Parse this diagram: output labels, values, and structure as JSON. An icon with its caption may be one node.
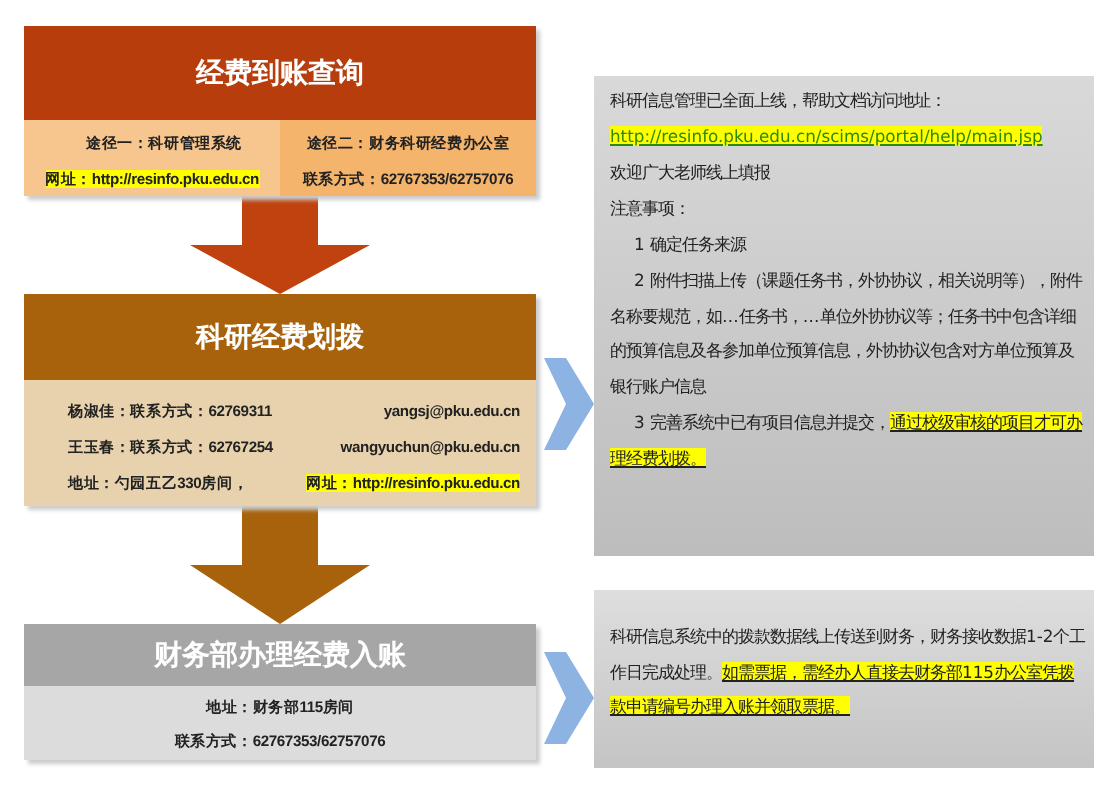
{
  "diagram": {
    "nodes": [
      {
        "text": [
          "经费到账查询",
          "途径一：科研管理系统",
          "网址：http://resinfo.pku.edu.cn",
          "途径二：财务科研经费办公室",
          "联系方式：62767353/62757076"
        ]
      },
      {
        "text": [
          "科研经费划拨",
          "杨淑佳：联系方式：62769311",
          "yangsj@pku.edu.cn",
          "王玉春：联系方式：62767254",
          "wangyuchun@pku.edu.cn",
          "地址：勺园五乙330房间，",
          "网址：http://resinfo.pku.edu.cn"
        ]
      },
      {
        "text": [
          "财务部办理经费入账",
          "地址：财务部115房间",
          "联系方式：62767353/62757076"
        ]
      },
      {
        "text": [
          "科研信息管理已全面上线，帮助文档访问地址：",
          "http://resinfo.pku.edu.cn/scims/portal/help/main.jsp",
          "欢迎广大老师线上填报",
          "注意事项：",
          "1 确定任务来源",
          "2 附件扫描上传（课题任务书，外协协议，相关说明等），附件名称要规范，如…任务书，…单位外协协议等；任务书中包含详细的预算信息及各参加单位预算信息，外协协议包含对方单位预算及银行账户信息",
          "3 完善系统中已有项目信息并提交，",
          "通过校级审核的项目才可办理经费划拨。"
        ]
      },
      {
        "text": [
          "科研信息系统中的拨款数据线上传送到财务，财务接收数据1-2个工作日完成处理。",
          "如需票据，需经办人直接去财务部115办公室凭拨款申请编号办理入账并领取票据。"
        ]
      }
    ],
    "edges": [
      {
        "from": 0,
        "to": 1,
        "arrow": "to",
        "color": "#c0430f"
      },
      {
        "from": 1,
        "to": 2,
        "arrow": "to",
        "color": "#a8620b"
      },
      {
        "from": 1,
        "to": 3,
        "arrow": "to"
      },
      {
        "from": 2,
        "to": 4,
        "arrow": "to"
      }
    ]
  }
}
